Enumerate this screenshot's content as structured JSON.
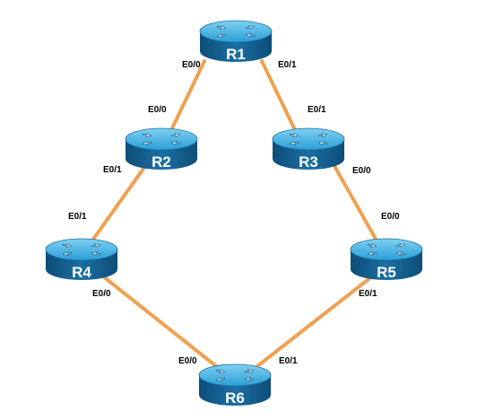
{
  "diagram": {
    "link_color": "#f0a050",
    "router_colors": {
      "top": "#2a9fd6",
      "top_highlight": "#7fd0f2",
      "side": "#1a6fa3",
      "side_dark": "#0e4d78"
    },
    "routers": [
      {
        "id": "R1",
        "label": "R1",
        "icon": "router-icon"
      },
      {
        "id": "R2",
        "label": "R2",
        "icon": "router-icon"
      },
      {
        "id": "R3",
        "label": "R3",
        "icon": "router-icon"
      },
      {
        "id": "R4",
        "label": "R4",
        "icon": "router-icon"
      },
      {
        "id": "R5",
        "label": "R5",
        "icon": "router-icon"
      },
      {
        "id": "R6",
        "label": "R6",
        "icon": "router-icon"
      }
    ],
    "links": [
      {
        "from": "R1",
        "to": "R2",
        "from_iface": "E0/0",
        "to_iface": "E0/0"
      },
      {
        "from": "R1",
        "to": "R3",
        "from_iface": "E0/1",
        "to_iface": "E0/1"
      },
      {
        "from": "R2",
        "to": "R4",
        "from_iface": "E0/1",
        "to_iface": "E0/1"
      },
      {
        "from": "R3",
        "to": "R5",
        "from_iface": "E0/0",
        "to_iface": "E0/0"
      },
      {
        "from": "R4",
        "to": "R6",
        "from_iface": "E0/0",
        "to_iface": "E0/0"
      },
      {
        "from": "R5",
        "to": "R6",
        "from_iface": "E0/1",
        "to_iface": "E0/1"
      }
    ]
  }
}
